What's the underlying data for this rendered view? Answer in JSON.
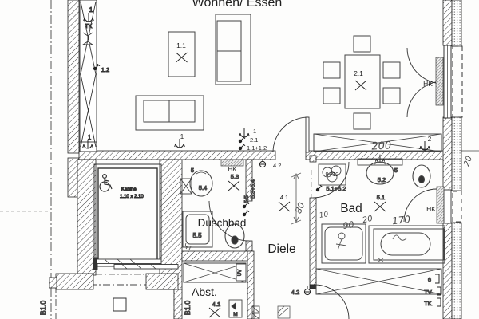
{
  "title": "Wohnen/ Essen",
  "rooms": {
    "duschbad": "Duschbad",
    "diele": "Diele",
    "bad": "Bad",
    "abst": "Abst."
  },
  "elevator": {
    "cabin_label": "Kabine",
    "cabin_size": "1.10 x 2.10"
  },
  "labels": {
    "radiator": "HK",
    "grid": "B1.0",
    "distribution": "UV",
    "intercom": "M",
    "tv_outlet": "TV",
    "tk_outlet": "TK"
  },
  "circuits": {
    "c1": "1",
    "c2": "2",
    "c1_1": "1.1",
    "c1_2": "1.2",
    "c2_1": "2.1",
    "c1_1_plus_1_2": "1.1+1.2",
    "c4_1": "4.1",
    "c4_2": "4.2",
    "c5": "5",
    "c5_1": "5.1",
    "c5_2": "5.2",
    "c5_3": "5.3",
    "c5_4": "5.4",
    "c5_5": "5.5",
    "c5_1_plus_5_2": "5.1+5.2",
    "c5_3_plus_5_4": "5.3+5.4",
    "c9_plus_12": "9+12",
    "c6": "6"
  },
  "handwritten": {
    "d200": "200",
    "d80": "80",
    "d10": "10",
    "d90": "90",
    "d20": "20",
    "d170": "170"
  }
}
